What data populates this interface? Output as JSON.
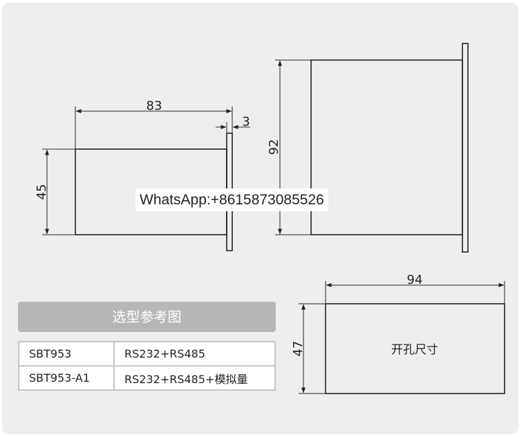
{
  "dimensions": {
    "front_width": "83",
    "flange_thickness": "3",
    "front_height": "45",
    "side_depth": "92",
    "cutout_width": "94",
    "cutout_height": "47"
  },
  "cutout_label": "开孔尺寸",
  "watermark": "WhatsApp:+8615873085526",
  "selection": {
    "title": "选型参考图",
    "rows": [
      {
        "model": "SBT953",
        "interface": "RS232+RS485"
      },
      {
        "model": "SBT953-A1",
        "interface": "RS232+RS485+模拟量"
      }
    ]
  }
}
